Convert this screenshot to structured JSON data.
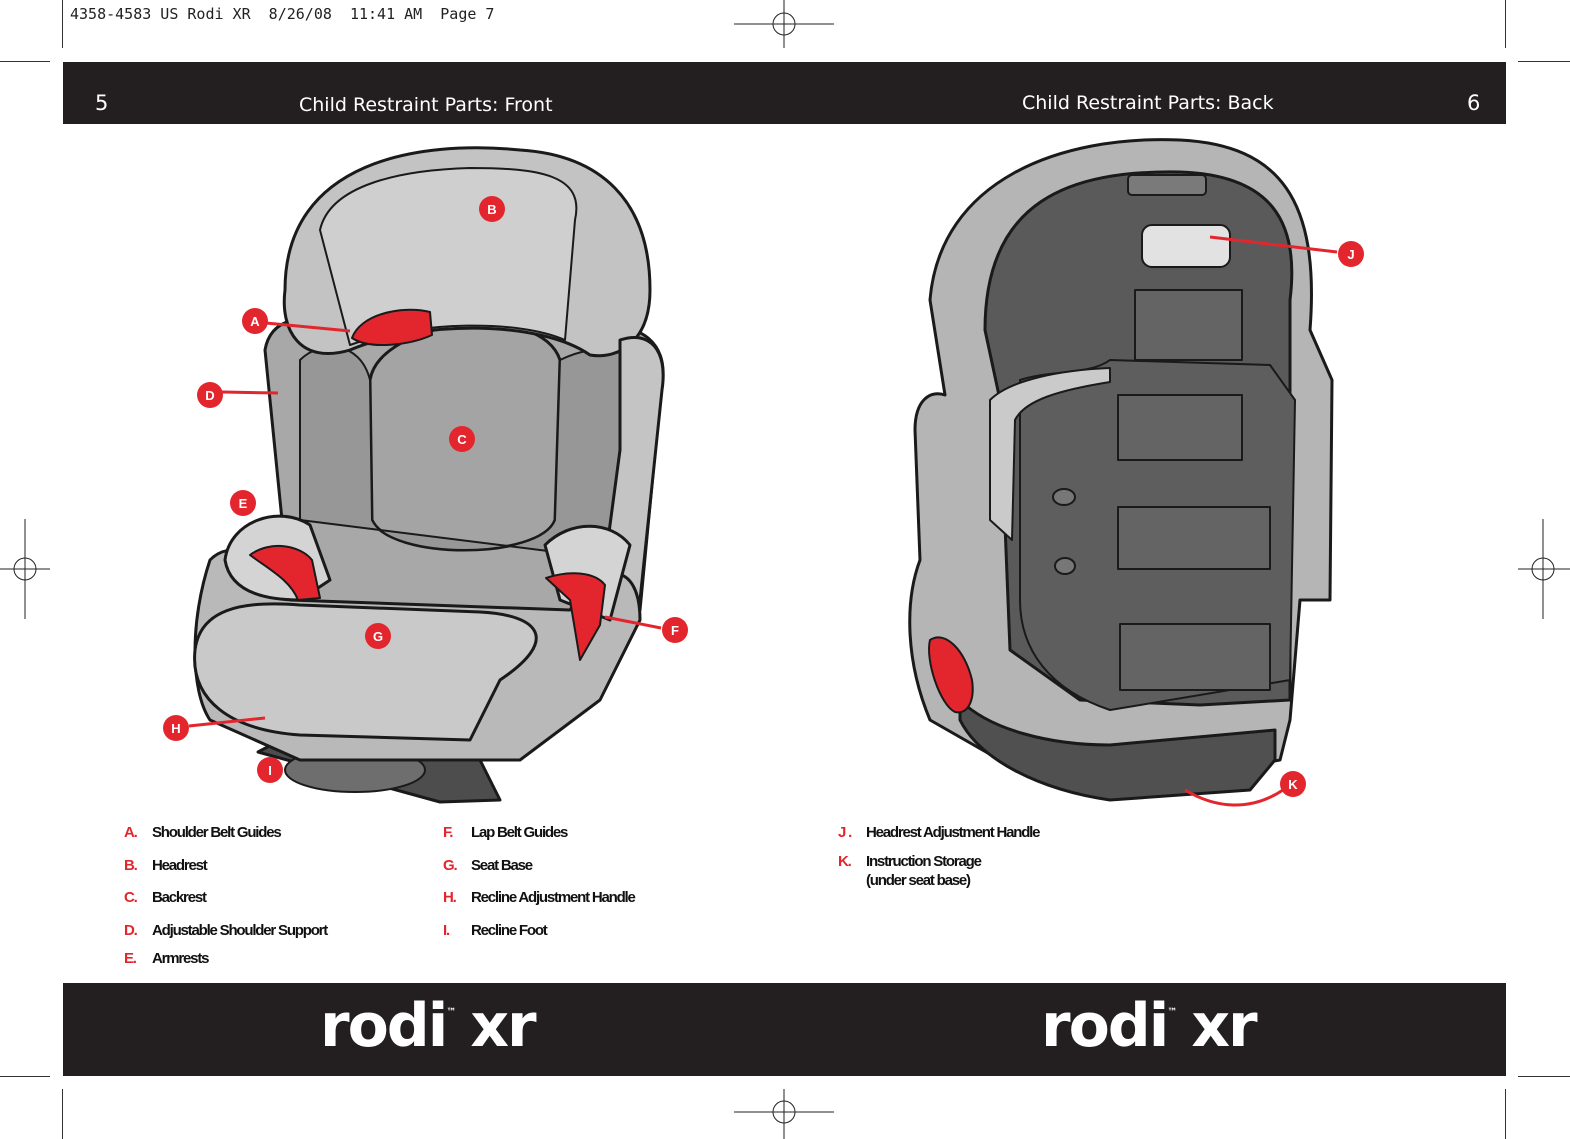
{
  "slug_line": "4358-4583 US Rodi XR  8/26/08  11:41 AM  Page 7",
  "left_page": {
    "number": "5",
    "title": "Child Restraint Parts: Front"
  },
  "right_page": {
    "number": "6",
    "title": "Child Restraint Parts: Back"
  },
  "brand": {
    "name": "rodi",
    "tm": "™",
    "suffix": "xr"
  },
  "callouts": [
    "A",
    "B",
    "C",
    "D",
    "E",
    "F",
    "G",
    "H",
    "I",
    "J",
    "K"
  ],
  "legend_left_col1": [
    {
      "letter": "A.",
      "label": "Shoulder Belt Guides"
    },
    {
      "letter": "B.",
      "label": "Headrest"
    },
    {
      "letter": "C.",
      "label": "Backrest"
    },
    {
      "letter": "D.",
      "label": "Adjustable Shoulder Support"
    },
    {
      "letter": "E.",
      "label": "Armrests"
    }
  ],
  "legend_left_col2": [
    {
      "letter": "F.",
      "label": "Lap Belt Guides"
    },
    {
      "letter": "G.",
      "label": "Seat Base"
    },
    {
      "letter": "H.",
      "label": "Recline Adjustment Handle"
    },
    {
      "letter": "I.",
      "label": "Recline Foot"
    }
  ],
  "legend_right": [
    {
      "letter": "J .",
      "label": "Headrest Adjustment Handle"
    },
    {
      "letter": "K.",
      "label": "Instruction Storage",
      "sub": "(under seat base)"
    }
  ],
  "colors": {
    "accent": "#e3262d",
    "band": "#231f20",
    "seat_light": "#c8c8c8",
    "seat_mid": "#a7a7a7",
    "seat_dark": "#5a5a5a"
  }
}
